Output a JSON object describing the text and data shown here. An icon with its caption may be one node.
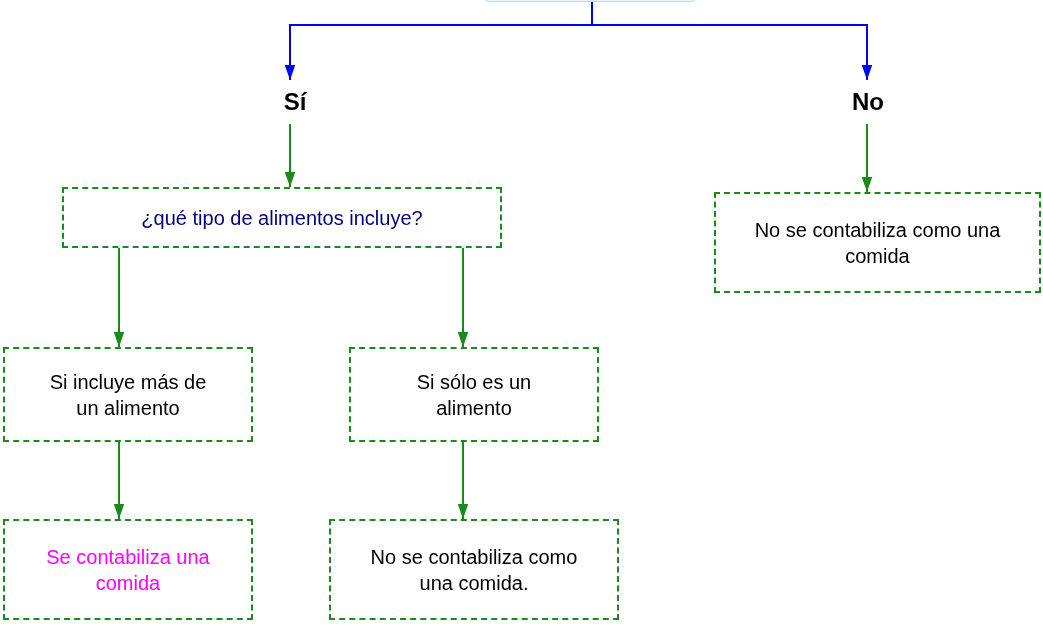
{
  "diagram": {
    "nodes": [
      {
        "text": [],
        "shape": "box"
      },
      {
        "text": [
          "Sí"
        ]
      },
      {
        "text": [
          "No"
        ]
      },
      {
        "text": [
          "¿qué tipo de alimentos incluye?"
        ]
      },
      {
        "text": [
          "No se contabiliza como una comida"
        ]
      },
      {
        "text": [
          "Si incluye más de un alimento"
        ]
      },
      {
        "text": [
          "Si sólo es un alimento"
        ]
      },
      {
        "text": [
          "Se contabiliza una comida"
        ]
      },
      {
        "text": [
          "No se contabiliza como una comida."
        ]
      }
    ],
    "edges": [
      {
        "from": 0,
        "to": 1,
        "arrow": "to",
        "color": "#0000ff"
      },
      {
        "from": 0,
        "to": 2,
        "arrow": "to",
        "color": "#0000ff"
      },
      {
        "from": 1,
        "to": 3,
        "arrow": "to"
      },
      {
        "from": 2,
        "to": 4,
        "arrow": "to"
      },
      {
        "from": 3,
        "to": 5,
        "arrow": "to"
      },
      {
        "from": 3,
        "to": 6,
        "arrow": "to"
      },
      {
        "from": 5,
        "to": 7,
        "arrow": "to"
      },
      {
        "from": 6,
        "to": 8,
        "arrow": "to"
      }
    ]
  }
}
